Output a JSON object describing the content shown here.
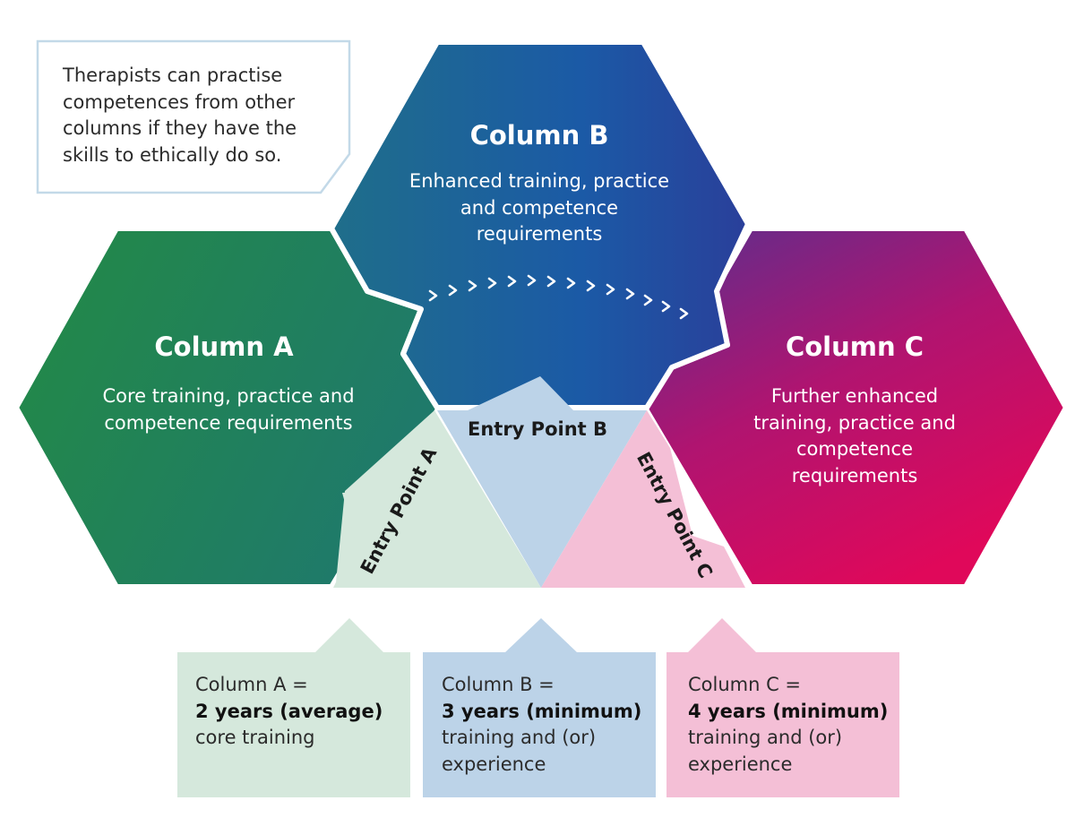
{
  "note": "Therapists can practise competences from other columns if they have the skills to ethically do so.",
  "columns": {
    "a": {
      "title": "Column A",
      "body": "Core training, practice and competence requirements"
    },
    "b": {
      "title": "Column B",
      "body": "Enhanced training, practice and competence requirements"
    },
    "c": {
      "title": "Column C",
      "body": "Further enhanced training, practice and competence requirements"
    }
  },
  "entry_points": {
    "a": "Entry Point A",
    "b": "Entry Point B",
    "c": "Entry Point C"
  },
  "boxes": {
    "a": {
      "line1": "Column A =",
      "bold": "2 years (average)",
      "rest": "core training"
    },
    "b": {
      "line1": "Column B =",
      "bold": "3 years (minimum)",
      "rest": "training and (or) experience"
    },
    "c": {
      "line1": "Column C =",
      "bold": "4 years (minimum)",
      "rest": "training and (or) experience"
    }
  },
  "colors": {
    "column_a": "#2a8848",
    "column_b": "#1b5aa6",
    "column_c": "#d80c5e",
    "entry_a": "#d5e8dc",
    "entry_b": "#bcd3e8",
    "entry_c": "#f4bfd6",
    "arrows": "#ffffff"
  },
  "arrow_glyph": "chevron-right-icon"
}
